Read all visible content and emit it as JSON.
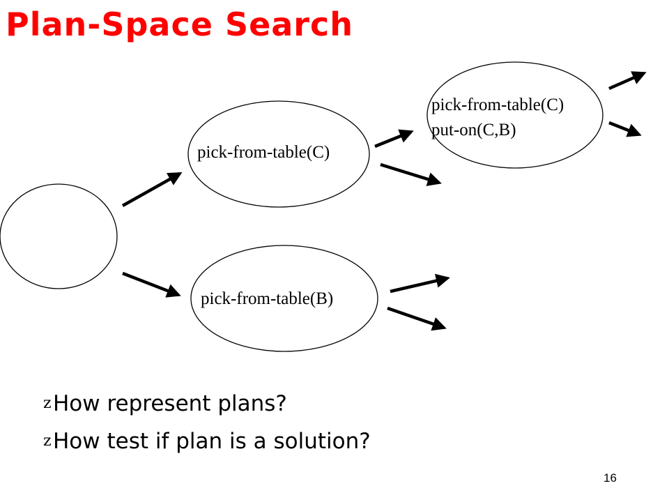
{
  "slide": {
    "title": "Plan-Space Search",
    "page_number": "16"
  },
  "diagram": {
    "nodes": [
      {
        "id": "root",
        "lines": []
      },
      {
        "id": "n1",
        "lines": [
          "pick-from-table(C)"
        ]
      },
      {
        "id": "n2",
        "lines": [
          "pick-from-table(B)"
        ]
      },
      {
        "id": "n3",
        "lines": [
          "pick-from-table(C)",
          "put-on(C,B)"
        ]
      }
    ],
    "edges": [
      {
        "from": "root",
        "to": "n1"
      },
      {
        "from": "root",
        "to": "n2"
      },
      {
        "from": "n1",
        "to": "n3"
      }
    ]
  },
  "bullets": {
    "marker": "z",
    "items": [
      "How represent plans?",
      "How test if plan is a solution?"
    ]
  },
  "style": {
    "title_color": "#ff0000"
  }
}
